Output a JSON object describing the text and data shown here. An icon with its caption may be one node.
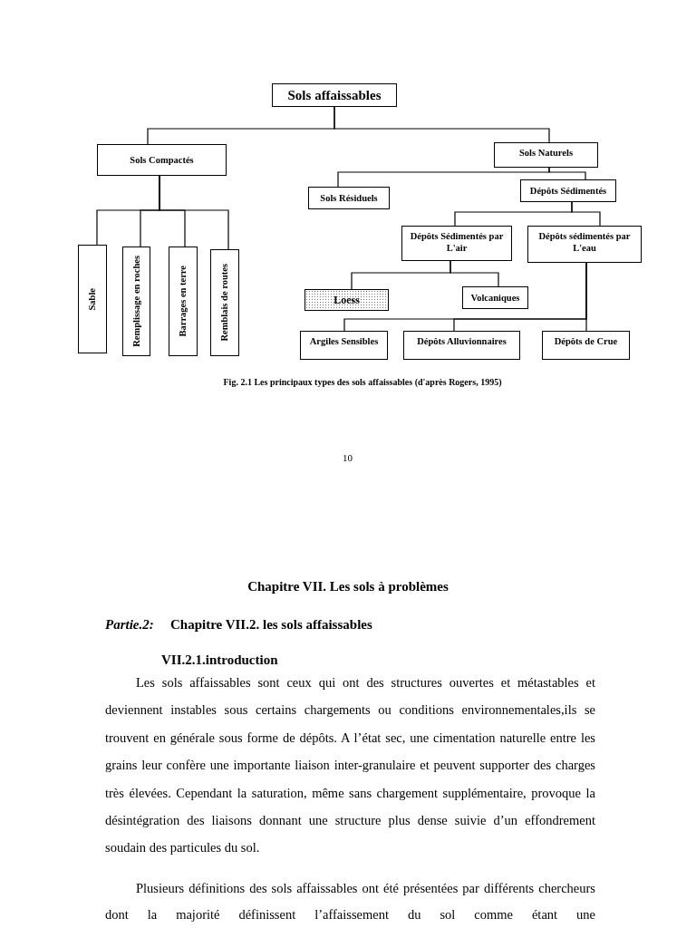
{
  "diagram": {
    "caption": "Fig. 2.1 Les principaux types des sols affaissables (d'après Rogers, 1995)",
    "nodes": [
      {
        "text": [
          "Sols affaissables"
        ]
      },
      {
        "text": [
          "Sols Compactés"
        ]
      },
      {
        "text": [
          "Sols Naturels"
        ]
      },
      {
        "text": [
          "Sols Résiduels"
        ]
      },
      {
        "text": [
          "Dépôts Sédimentés"
        ]
      },
      {
        "text": [
          "Sable"
        ]
      },
      {
        "text": [
          "Remplissage en roches"
        ]
      },
      {
        "text": [
          "Barrages en terre"
        ]
      },
      {
        "text": [
          "Remblais de routes"
        ]
      },
      {
        "text": [
          "Dépôts Sédimentés par L'air"
        ]
      },
      {
        "text": [
          "Dépôts sédimentés par L'eau"
        ]
      },
      {
        "text": [
          "Loess"
        ]
      },
      {
        "text": [
          "Volcaniques"
        ]
      },
      {
        "text": [
          "Argiles Sensibles"
        ]
      },
      {
        "text": [
          "Dépôts Alluvionnaires"
        ]
      },
      {
        "text": [
          "Dépôts de Crue"
        ]
      }
    ],
    "edges": [
      {
        "from": 0,
        "to": 1,
        "arrow": "none"
      },
      {
        "from": 0,
        "to": 2,
        "arrow": "none"
      },
      {
        "from": 1,
        "to": 5,
        "arrow": "none"
      },
      {
        "from": 1,
        "to": 6,
        "arrow": "none"
      },
      {
        "from": 1,
        "to": 7,
        "arrow": "none"
      },
      {
        "from": 1,
        "to": 8,
        "arrow": "none"
      },
      {
        "from": 2,
        "to": 3,
        "arrow": "none"
      },
      {
        "from": 2,
        "to": 4,
        "arrow": "none"
      },
      {
        "from": 4,
        "to": 9,
        "arrow": "none"
      },
      {
        "from": 4,
        "to": 10,
        "arrow": "none"
      },
      {
        "from": 9,
        "to": 11,
        "arrow": "none"
      },
      {
        "from": 9,
        "to": 12,
        "arrow": "none"
      },
      {
        "from": 10,
        "to": 13,
        "arrow": "none"
      },
      {
        "from": 10,
        "to": 14,
        "arrow": "none"
      },
      {
        "from": 10,
        "to": 15,
        "arrow": "none"
      }
    ],
    "labels": [
      "10",
      "Chapitre VII. Les sols à problèmes",
      "Partie.2:",
      "Chapitre VII.2. les sols affaissables",
      "VII.2.1.introduction",
      "Les sols affaissables sont ceux qui ont des structures ouvertes et métastables et deviennent instables sous certains chargements ou conditions environnementales,ils se trouvent en générale sous forme de dépôts. A l’état sec, une cimentation naturelle entre les grains leur confère une importante liaison inter-granulaire et peuvent supporter des charges très élevées. Cependant la saturation, même sans chargement supplémentaire, provoque la désintégration des liaisons donnant une structure plus dense suivie d’un effondrement soudain des particules du sol.",
      "Plusieurs définitions des sols affaissables ont été présentées par différents chercheurs dont la majorité définissent l’affaissement du sol comme étant une"
    ]
  }
}
